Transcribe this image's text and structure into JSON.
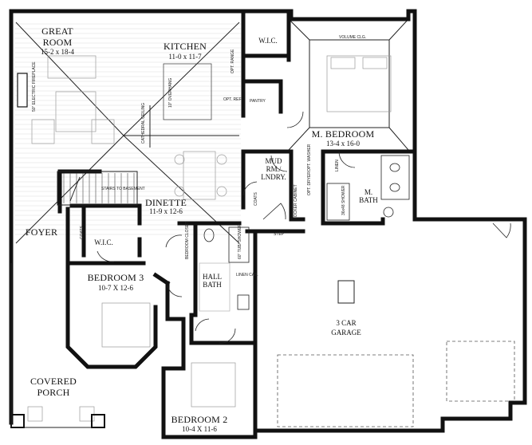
{
  "rooms": {
    "great_room": {
      "name": "GREAT\nROOM",
      "name_line1": "GREAT",
      "name_line2": "ROOM",
      "dims": "15-2 x 18-4"
    },
    "kitchen": {
      "name": "KITCHEN",
      "dims": "11-0 x 11-7"
    },
    "wic_master": {
      "name": "W.I.C."
    },
    "master_bedroom": {
      "name": "M. BEDROOM",
      "dims": "13-4 x 16-0"
    },
    "mud_room": {
      "name_line1": "MUD",
      "name_line2": "RM./",
      "name_line3": "LNDRY."
    },
    "master_bath": {
      "name_line1": "M.",
      "name_line2": "BATH"
    },
    "dinette": {
      "name": "DINETTE",
      "dims": "11-9 x 12-6"
    },
    "foyer": {
      "name": "FOYER"
    },
    "wic_bedroom3": {
      "name": "W.I.C."
    },
    "bedroom3": {
      "name": "BEDROOM 3",
      "dims": "10-7 X 12-6"
    },
    "hall_bath": {
      "name_line1": "HALL",
      "name_line2": "BATH"
    },
    "garage": {
      "name_line1": "3 CAR",
      "name_line2": "GARAGE"
    },
    "covered_porch": {
      "name_line1": "COVERED",
      "name_line2": "PORCH"
    },
    "bedroom2": {
      "name": "BEDROOM 2",
      "dims": "10-4 X 11-6"
    }
  },
  "notes": {
    "fireplace": "50\" ELECTRIC FIREPLACE",
    "overhang": "10\" OVERHANG",
    "opt_range": "OPT. RANGE",
    "opt_ref": "OPT. REF.",
    "pantry": "PANTRY",
    "cathedral_ceiling": "CATHEDRAL CEILING",
    "volume_clg": "VOLUME CLG.",
    "stairs": "STAIRS TO BASEMENT",
    "coats_foyer": "COATS",
    "coats_mud": "COATS",
    "opt_washer": "OPT. WASHER",
    "opt_dryer": "OPT. DRYER",
    "locker_cabinet": "LOCKER CABINET",
    "linen_master": "LINEN",
    "shower_master": "36x48 SHOWER",
    "bedroom_closet": "BEDROOM CLOSET",
    "tub_shower": "60\" TUB/ SHOWER",
    "linen_cab": "LINEN CAB.",
    "step": "STEP"
  }
}
